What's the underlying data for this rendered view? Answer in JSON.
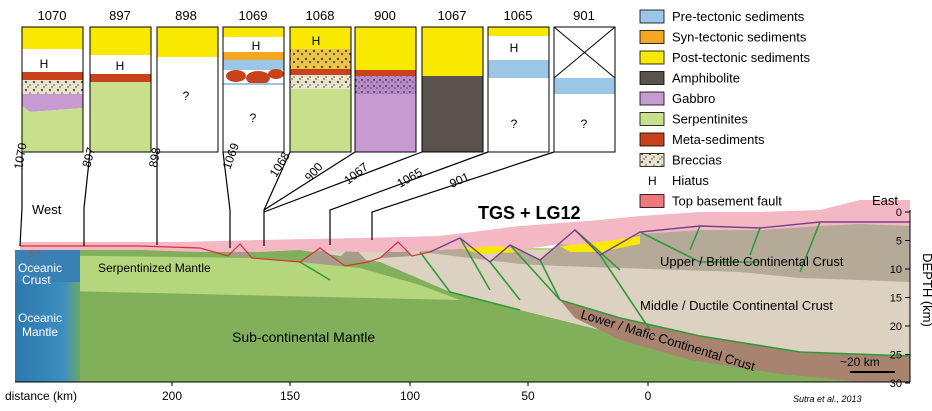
{
  "wells": [
    {
      "id": "1070",
      "lithology": [
        "Post-tectonic sediments",
        "Hiatus",
        "Meta-sediments",
        "Breccias",
        "Gabbro",
        "Serpentinites"
      ],
      "marker": "H"
    },
    {
      "id": "897",
      "lithology": [
        "Post-tectonic sediments",
        "Hiatus",
        "Meta-sediments",
        "Serpentinites"
      ],
      "marker": "H"
    },
    {
      "id": "898",
      "lithology": [
        "Post-tectonic sediments",
        "Unknown"
      ],
      "marker": "?"
    },
    {
      "id": "1069",
      "lithology": [
        "Post-tectonic sediments",
        "Hiatus",
        "Syn-tectonic sediments",
        "Pre-tectonic sediments",
        "Meta-sediments",
        "Unknown"
      ],
      "marker": "H",
      "marker2": "?"
    },
    {
      "id": "1068",
      "lithology": [
        "Post-tectonic sediments",
        "Hiatus",
        "Breccias",
        "Meta-sediments",
        "Serpentinites"
      ],
      "marker": "H"
    },
    {
      "id": "900",
      "lithology": [
        "Post-tectonic sediments",
        "Meta-sediments",
        "Breccias",
        "Gabbro"
      ]
    },
    {
      "id": "1067",
      "lithology": [
        "Post-tectonic sediments",
        "Amphibolite"
      ]
    },
    {
      "id": "1065",
      "lithology": [
        "Post-tectonic sediments",
        "Hiatus",
        "Pre-tectonic sediments",
        "Unknown"
      ],
      "marker": "H",
      "marker2": "?"
    },
    {
      "id": "901",
      "lithology": [
        "Pre-tectonic sediments",
        "Unknown"
      ],
      "marker2": "?"
    }
  ],
  "legend": [
    {
      "label": "Pre-tectonic sediments",
      "color": "#9cc6e8"
    },
    {
      "label": "Syn-tectonic sediments",
      "color": "#f5a623"
    },
    {
      "label": "Post-tectonic sediments",
      "color": "#f9e900"
    },
    {
      "label": "Amphibolite",
      "color": "#5a524c"
    },
    {
      "label": "Gabbro",
      "color": "#c89ad2"
    },
    {
      "label": "Serpentinites",
      "color": "#c8df8c"
    },
    {
      "label": "Meta-sediments",
      "color": "#c9421c"
    },
    {
      "label": "Breccias",
      "color": "pattern"
    },
    {
      "label": "Hiatus",
      "symbol": "H"
    },
    {
      "label": "Top basement fault",
      "color": "#f0787c"
    }
  ],
  "section": {
    "title": "TGS + LG12",
    "west": "West",
    "east": "East",
    "labels": {
      "oceanic_crust": "Oceanic Crust",
      "oceanic_mantle": "Oceanic Mantle",
      "serpentinized_mantle": "Serpentinized Mantle",
      "subcontinental_mantle": "Sub-continental Mantle",
      "upper_crust": "Upper / Brittle Continental Crust",
      "middle_crust": "Middle / Ductile Continental Crust",
      "lower_crust": "Lower / Mafic Continental Crust"
    },
    "question_marks": "? ?",
    "scale_bar": "~20 km",
    "depth_axis_label": "DEPTH (km)",
    "depth_ticks": [
      "0",
      "5",
      "10",
      "15",
      "20",
      "25",
      "30"
    ],
    "distance_label": "distance (km)",
    "distance_ticks": [
      "200",
      "150",
      "100",
      "50",
      "0"
    ],
    "credit": "Sutra et al., 2013",
    "well_positions": [
      "1070",
      "897",
      "898",
      "1069",
      "1068",
      "900",
      "1067",
      "1065",
      "901"
    ]
  },
  "colors": {
    "oceanic": "#3b87b8",
    "mantle": "#82b05a",
    "serpentinized": "#b6d67e",
    "upper_crust": "#b5aa98",
    "middle_crust": "#ddd1c2",
    "lower_crust": "#a88470",
    "sediment_pink": "#f3b8c4",
    "fault_green": "#2f9a3a"
  }
}
